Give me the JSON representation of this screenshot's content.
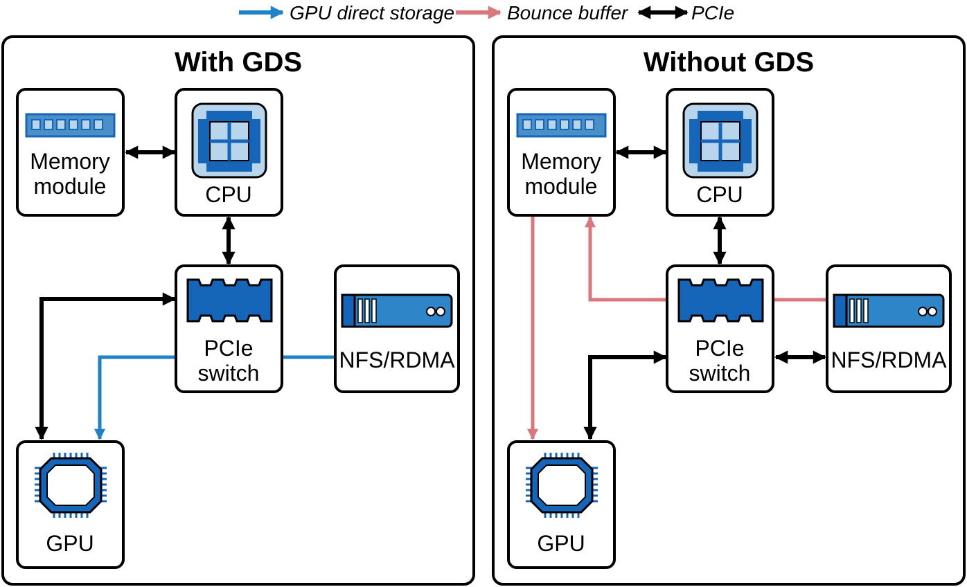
{
  "legend": {
    "gds": "GPU direct storage",
    "bounce": "Bounce buffer",
    "pcie": "PCIe"
  },
  "panels": {
    "with": {
      "title": "With GDS",
      "memory_line1": "Memory",
      "memory_line2": "module",
      "cpu": "CPU",
      "switch_line1": "PCIe",
      "switch_line2": "switch",
      "storage": "NFS/RDMA",
      "gpu": "GPU"
    },
    "without": {
      "title": "Without GDS",
      "memory_line1": "Memory",
      "memory_line2": "module",
      "cpu": "CPU",
      "switch_line1": "PCIe",
      "switch_line2": "switch",
      "storage": "NFS/RDMA",
      "gpu": "GPU"
    }
  },
  "colors": {
    "gds": "#1f82c9",
    "bounce": "#d9777d",
    "pcie": "#000000",
    "icon_dark": "#1565b8",
    "icon_light": "#b9d5ec",
    "icon_mid": "#2e86c8"
  }
}
